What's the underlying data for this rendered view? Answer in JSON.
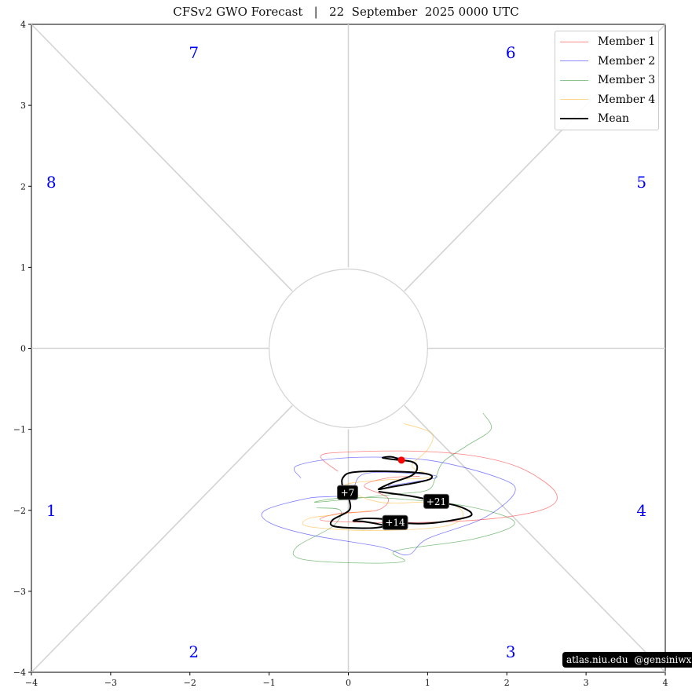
{
  "title": "CFSv2 GWO Forecast   |   22  September  2025 0000 UTC",
  "watermark": "atlas.niu.edu  @gensiniwx",
  "chart_data": {
    "type": "line",
    "title": "CFSv2 GWO Forecast   |   22  September  2025 0000 UTC",
    "xlim": [
      -4,
      4
    ],
    "ylim": [
      -4,
      4
    ],
    "xticks": [
      "−4",
      "−3",
      "−2",
      "−1",
      "0",
      "1",
      "2",
      "3",
      "4"
    ],
    "yticks": [
      "−4",
      "−3",
      "−2",
      "−1",
      "0",
      "1",
      "2",
      "3",
      "4"
    ],
    "xtick_values": [
      -4,
      -3,
      -2,
      -1,
      0,
      1,
      2,
      3,
      4
    ],
    "ytick_values": [
      -4,
      -3,
      -2,
      -1,
      0,
      1,
      2,
      3,
      4
    ],
    "phases": [
      {
        "label": "1",
        "x": -3.75,
        "y": -2.0
      },
      {
        "label": "2",
        "x": -1.95,
        "y": -3.75
      },
      {
        "label": "3",
        "x": 2.05,
        "y": -3.75
      },
      {
        "label": "4",
        "x": 3.7,
        "y": -2.0
      },
      {
        "label": "5",
        "x": 3.7,
        "y": 2.05
      },
      {
        "label": "6",
        "x": 2.05,
        "y": 3.65
      },
      {
        "label": "7",
        "x": -1.95,
        "y": 3.65
      },
      {
        "label": "8",
        "x": -3.75,
        "y": 2.05
      }
    ],
    "legend_position": "top-right",
    "series": [
      {
        "name": "Member 1",
        "color": "#ff0000",
        "points": [
          [
            -0.13,
            -1.52
          ],
          [
            -0.35,
            -1.33
          ],
          [
            0.0,
            -1.28
          ],
          [
            0.86,
            -1.27
          ],
          [
            1.6,
            -1.33
          ],
          [
            2.18,
            -1.48
          ],
          [
            2.61,
            -1.77
          ],
          [
            2.51,
            -1.97
          ],
          [
            1.85,
            -2.1
          ],
          [
            0.86,
            -2.15
          ],
          [
            -0.3,
            -2.13
          ],
          [
            -0.13,
            -2.04
          ],
          [
            0.36,
            -2.0
          ],
          [
            0.5,
            -1.85
          ],
          [
            0.2,
            -1.7
          ],
          [
            0.5,
            -1.6
          ],
          [
            0.9,
            -1.58
          ]
        ]
      },
      {
        "name": "Member 2",
        "color": "#0000ff",
        "points": [
          [
            -0.6,
            -1.6
          ],
          [
            -0.65,
            -1.45
          ],
          [
            0.0,
            -1.35
          ],
          [
            1.0,
            -1.38
          ],
          [
            1.9,
            -1.6
          ],
          [
            2.1,
            -1.78
          ],
          [
            1.7,
            -2.1
          ],
          [
            1.0,
            -2.35
          ],
          [
            0.75,
            -2.55
          ],
          [
            0.4,
            -2.45
          ],
          [
            -0.5,
            -2.3
          ],
          [
            -1.0,
            -2.15
          ],
          [
            -1.05,
            -2.0
          ],
          [
            -0.5,
            -1.85
          ],
          [
            0.0,
            -1.8
          ],
          [
            0.2,
            -1.55
          ],
          [
            0.9,
            -1.55
          ],
          [
            1.1,
            -1.6
          ],
          [
            0.5,
            -1.7
          ]
        ]
      },
      {
        "name": "Member 3",
        "color": "#008000",
        "points": [
          [
            1.7,
            -0.8
          ],
          [
            1.8,
            -1.0
          ],
          [
            1.5,
            -1.2
          ],
          [
            1.2,
            -1.4
          ],
          [
            1.1,
            -1.6
          ],
          [
            1.0,
            -1.75
          ],
          [
            0.6,
            -1.8
          ],
          [
            -0.4,
            -1.9
          ],
          [
            -0.1,
            -1.85
          ],
          [
            0.5,
            -1.85
          ],
          [
            1.5,
            -1.95
          ],
          [
            2.1,
            -2.15
          ],
          [
            1.6,
            -2.35
          ],
          [
            0.6,
            -2.5
          ],
          [
            0.7,
            -2.63
          ],
          [
            0.1,
            -2.65
          ],
          [
            -0.6,
            -2.6
          ],
          [
            -0.65,
            -2.45
          ],
          [
            -0.2,
            -2.2
          ],
          [
            -0.1,
            -2.0
          ],
          [
            -0.4,
            -1.97
          ]
        ]
      },
      {
        "name": "Member 4",
        "color": "#ffa500",
        "points": [
          [
            0.7,
            -0.93
          ],
          [
            1.05,
            -1.05
          ],
          [
            1.0,
            -1.25
          ],
          [
            0.8,
            -1.45
          ],
          [
            1.0,
            -1.55
          ],
          [
            1.0,
            -1.6
          ],
          [
            0.4,
            -1.63
          ],
          [
            -0.05,
            -1.7
          ],
          [
            0.4,
            -1.9
          ],
          [
            1.2,
            -1.9
          ],
          [
            1.45,
            -2.05
          ],
          [
            1.2,
            -2.2
          ],
          [
            0.3,
            -2.25
          ],
          [
            -0.5,
            -2.2
          ],
          [
            -0.5,
            -2.1
          ],
          [
            -0.1,
            -2.05
          ],
          [
            0.3,
            -2.0
          ]
        ]
      },
      {
        "name": "Mean",
        "color": "#000000",
        "points": [
          [
            0.67,
            -1.38
          ],
          [
            0.55,
            -1.34
          ],
          [
            0.43,
            -1.35
          ],
          [
            0.55,
            -1.37
          ],
          [
            0.8,
            -1.4
          ],
          [
            0.87,
            -1.47
          ],
          [
            0.8,
            -1.57
          ],
          [
            0.55,
            -1.66
          ],
          [
            0.38,
            -1.74
          ],
          [
            0.55,
            -1.71
          ],
          [
            0.85,
            -1.66
          ],
          [
            1.04,
            -1.61
          ],
          [
            0.99,
            -1.55
          ],
          [
            0.53,
            -1.52
          ],
          [
            0.06,
            -1.53
          ],
          [
            -0.07,
            -1.6
          ],
          [
            -0.07,
            -1.71
          ],
          [
            -0.01,
            -1.78
          ],
          [
            0.01,
            -1.86
          ],
          [
            0.01,
            -2.0
          ],
          [
            -0.2,
            -2.12
          ],
          [
            -0.17,
            -2.2
          ],
          [
            0.26,
            -2.22
          ],
          [
            0.45,
            -2.19
          ],
          [
            0.2,
            -2.14
          ],
          [
            0.06,
            -2.13
          ],
          [
            0.2,
            -2.1
          ],
          [
            0.45,
            -2.11
          ],
          [
            0.59,
            -2.15
          ],
          [
            1.02,
            -2.16
          ],
          [
            1.48,
            -2.09
          ],
          [
            1.55,
            -2.03
          ],
          [
            1.39,
            -1.95
          ],
          [
            1.11,
            -1.89
          ],
          [
            0.82,
            -1.83
          ],
          [
            0.38,
            -1.77
          ]
        ]
      }
    ],
    "start_point": {
      "x": 0.67,
      "y": -1.38,
      "color": "#ff0000"
    },
    "day_labels": [
      {
        "label": "+7",
        "x": -0.01,
        "y": -1.78
      },
      {
        "label": "+14",
        "x": 0.59,
        "y": -2.15
      },
      {
        "label": "+21",
        "x": 1.11,
        "y": -1.89
      }
    ]
  }
}
